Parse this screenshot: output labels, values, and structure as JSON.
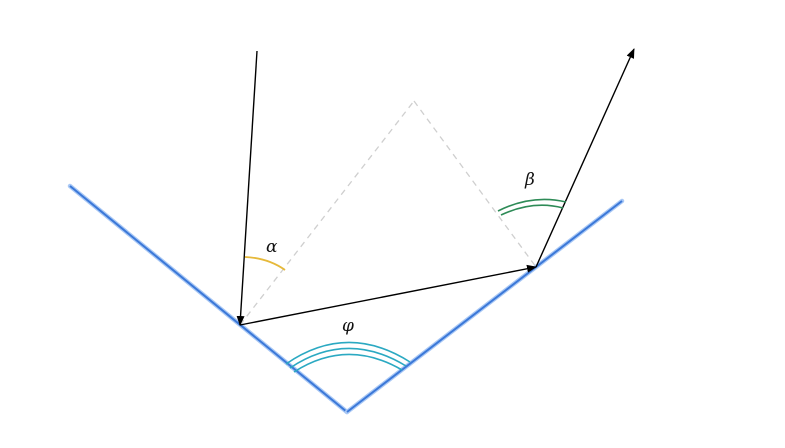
{
  "labels": {
    "alpha": "α",
    "beta": "β",
    "phi": "φ"
  },
  "colors": {
    "mirror": "#3b78d8",
    "mirror_highlight": "#a9c8f5",
    "ray": "#000000",
    "guide": "#cfcfcf",
    "alpha_arc": "#e6b93a",
    "beta_arc": "#2e8b57",
    "phi_arc": "#2ba9c2"
  }
}
